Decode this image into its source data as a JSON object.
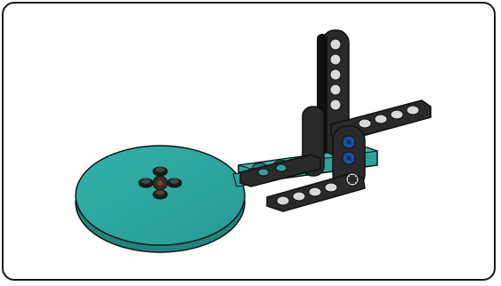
{
  "figure": {
    "subject": "lego-technic-turntable-assembly",
    "parts": [
      {
        "name": "turntable-disc",
        "color": "#2ba39b"
      },
      {
        "name": "beam-lower-horizontal",
        "color": "#2a2a2a"
      },
      {
        "name": "beam-upper-horizontal",
        "color": "#2a2a2a"
      },
      {
        "name": "beam-vertical-tall",
        "color": "#2a2a2a"
      },
      {
        "name": "beam-vertical-short",
        "color": "#2a2a2a"
      },
      {
        "name": "teal-base-plate",
        "color": "#2ba39b"
      },
      {
        "name": "blue-pin",
        "color": "#1f4fa8"
      }
    ],
    "colors": {
      "teal": "#2ba39b",
      "teal_dark": "#1f7f79",
      "black": "#222222",
      "hole": "#d9d9d9",
      "blue": "#1f4fa8",
      "outline": "#111111"
    }
  }
}
